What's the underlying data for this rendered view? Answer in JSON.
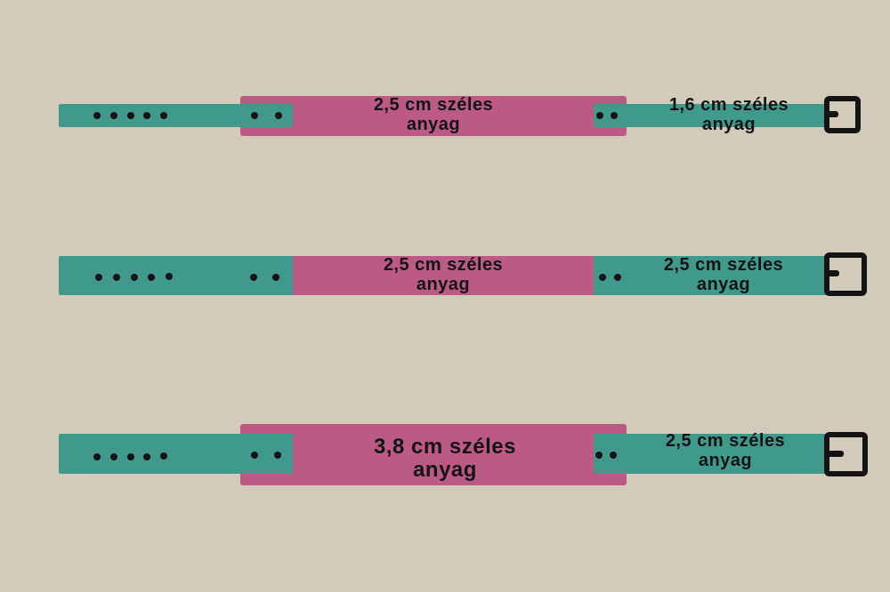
{
  "colors": {
    "background": "#d2cabb",
    "strap": "#3f9a8c",
    "cover": "#bc5a85",
    "holes": "#141414",
    "buckle": "#141414"
  },
  "belts": [
    {
      "left_holes": 5,
      "left_inner_holes": 2,
      "right_holes": 2,
      "main_label": [
        "2,5 cm széles",
        "anyag"
      ],
      "side_label": [
        "1,6 cm széles",
        "anyag"
      ]
    },
    {
      "left_holes": 5,
      "left_inner_holes": 2,
      "right_holes": 2,
      "main_label": [
        "2,5 cm széles",
        "anyag"
      ],
      "side_label": [
        "2,5 cm széles",
        "anyag"
      ]
    },
    {
      "left_holes": 5,
      "left_inner_holes": 2,
      "right_holes": 2,
      "main_label": [
        "3,8 cm széles",
        "anyag"
      ],
      "side_label": [
        "2,5 cm széles",
        "anyag"
      ]
    }
  ]
}
